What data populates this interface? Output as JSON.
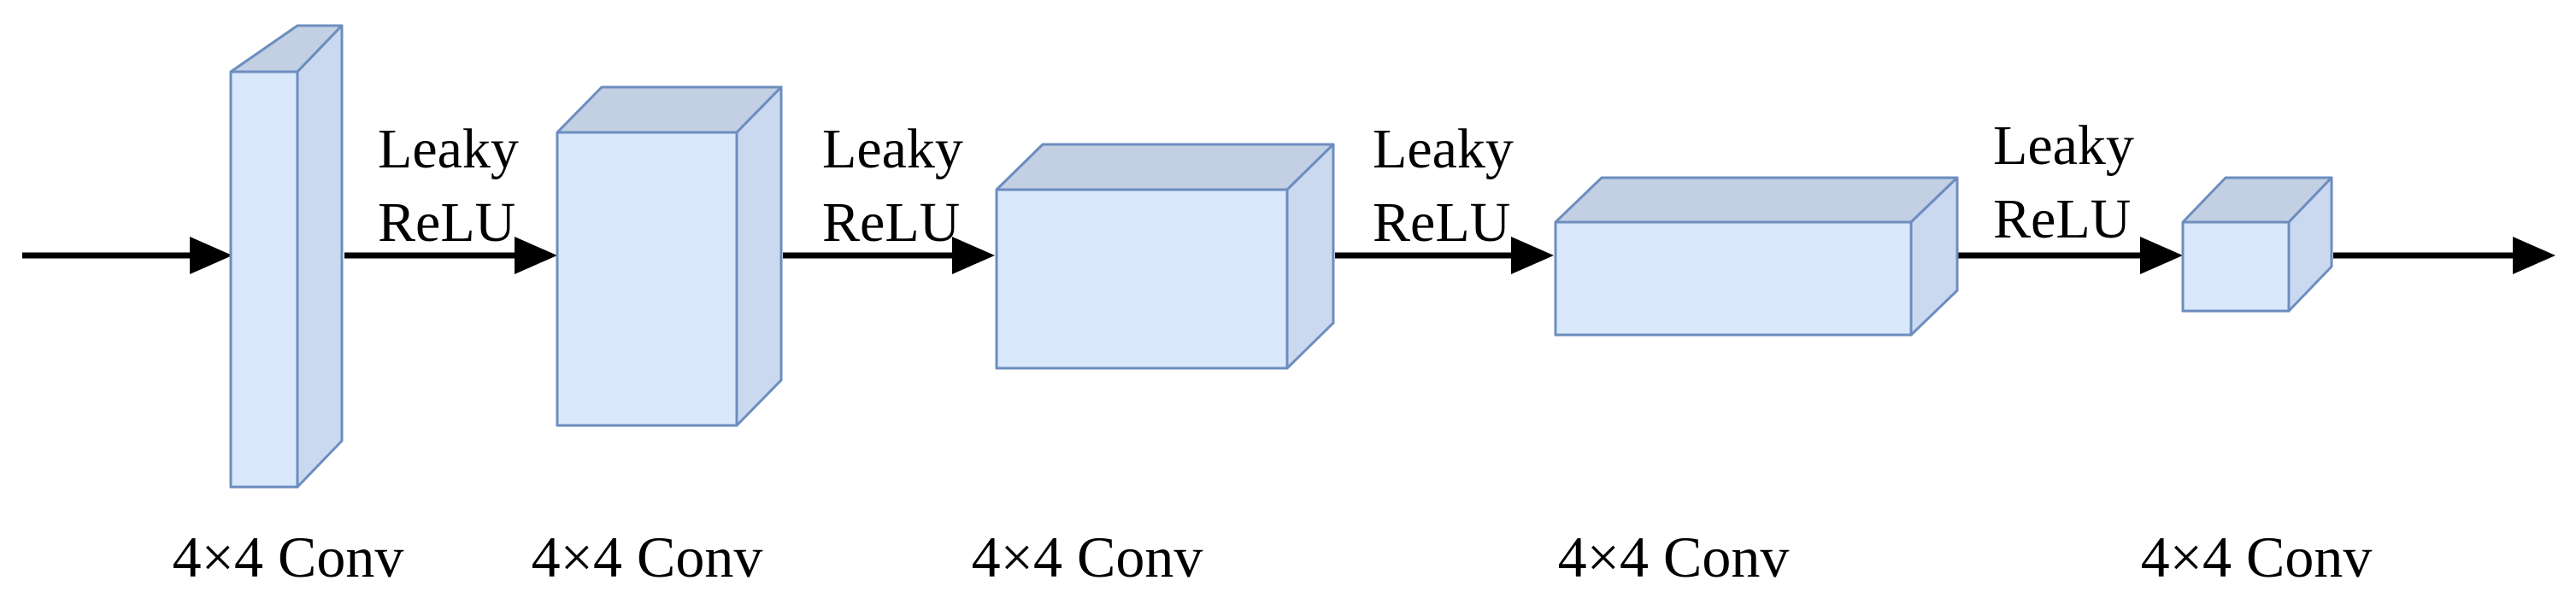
{
  "diagram": {
    "layers": [
      {
        "label": "4×4 Conv"
      },
      {
        "label": "4×4 Conv"
      },
      {
        "label": "4×4 Conv"
      },
      {
        "label": "4×4 Conv"
      },
      {
        "label": "4×4 Conv"
      }
    ],
    "activations": [
      {
        "label": "Leaky\nReLU"
      },
      {
        "label": "Leaky\nReLU"
      },
      {
        "label": "Leaky\nReLU"
      },
      {
        "label": "Leaky\nReLU"
      }
    ],
    "colors": {
      "front_face": "#dae8fc",
      "top_face": "#c3cfe3",
      "side_face": "#cbd9f0",
      "edge": "#6c8ebf",
      "arrow": "#000000"
    }
  }
}
